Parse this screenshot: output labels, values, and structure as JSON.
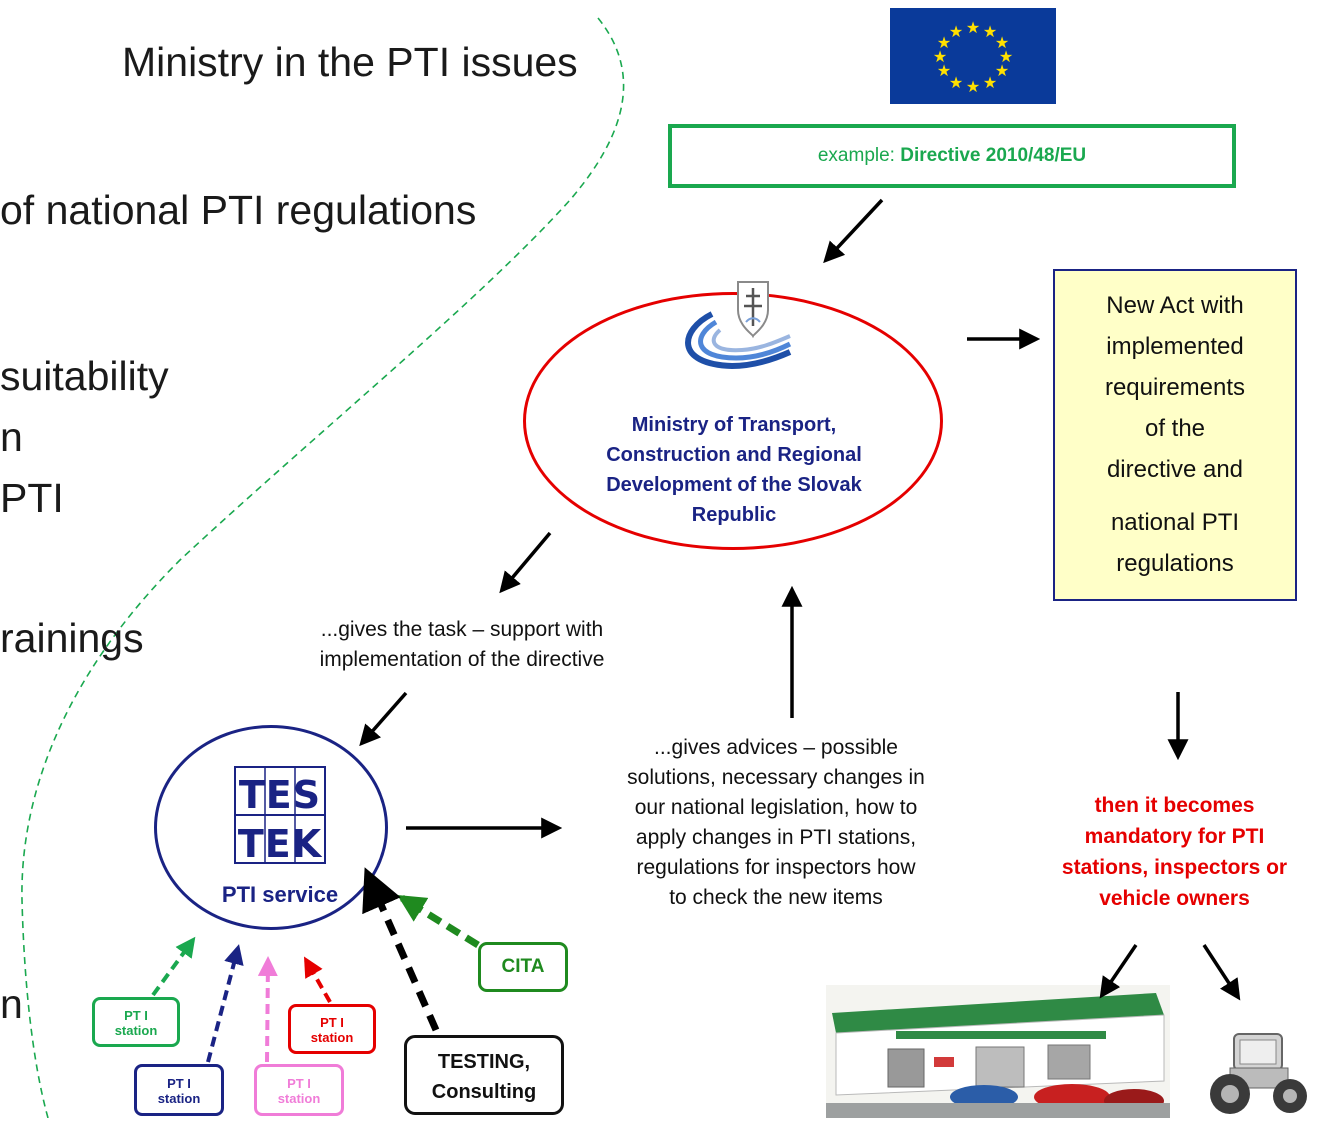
{
  "left_text": {
    "line1": "Ministry in the PTI issues",
    "line2": "of national PTI regulations",
    "line3": "suitability",
    "line4": "n",
    "line5": "PTI",
    "line6": "rainings",
    "line7": "n"
  },
  "directive": {
    "prefix": "example: ",
    "name": "Directive 2010/48/EU"
  },
  "ministry": {
    "line1": "Ministry of Transport,",
    "line2": "Construction and Regional",
    "line3": "Development of the Slovak",
    "line4": "Republic"
  },
  "new_act": {
    "line1": "New Act with",
    "line2": "implemented",
    "line3": "requirements",
    "line4": "of the",
    "line5": "directive and",
    "line6": "national PTI",
    "line7": "regulations"
  },
  "task_text": {
    "line1": "...gives the task – support with",
    "line2": "implementation of the directive"
  },
  "advice_text": {
    "line1": "...gives advices – possible",
    "line2": "solutions, necessary changes in",
    "line3": "our national legislation,  how to",
    "line4": "apply changes in PTI stations,",
    "line5": "regulations  for inspectors how",
    "line6": "to check the new items"
  },
  "mandatory_text": {
    "line1": "then it becomes",
    "line2": "mandatory for PTI",
    "line3": "stations, inspectors or",
    "line4": "vehicle owners"
  },
  "testek": {
    "logo_top": "TES",
    "logo_bottom": "TEK",
    "label": "PTI service"
  },
  "cita": "CITA",
  "testing": {
    "line1": "TESTING,",
    "line2": "Consulting"
  },
  "stations": {
    "green": {
      "line1": "PT I",
      "line2": "station"
    },
    "navy": {
      "line1": "PT I",
      "line2": "station"
    },
    "pink": {
      "line1": "PT I",
      "line2": "station"
    },
    "red": {
      "line1": "PT I",
      "line2": "station"
    }
  },
  "colors": {
    "green": "#1aa84f",
    "red": "#e50000",
    "navy": "#1a2384",
    "pink": "#f07cd8",
    "yellow_box": "#ffffc8",
    "eu_blue": "#0a3a9a",
    "eu_gold": "#ffe000"
  },
  "icons": [
    "eu-flag-icon",
    "slovak-emblem-icon",
    "testek-logo-icon",
    "pti-station-building-icon",
    "tractor-icon"
  ]
}
